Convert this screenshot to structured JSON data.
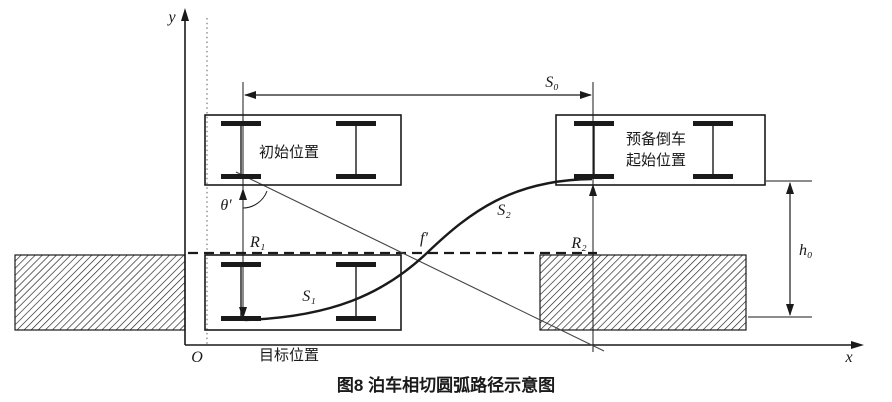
{
  "figure": {
    "caption": "图8  泊车相切圆弧路径示意图",
    "axis": {
      "y": "y",
      "x": "x",
      "origin": "O"
    },
    "dimensions": {
      "s0": "S₀",
      "r1": "R₁",
      "r2": "R₂",
      "h0": "h₀"
    },
    "curve": {
      "s1": "S₁",
      "s2": "S₂",
      "tangent_point": "f′",
      "angle": "θ′"
    },
    "positions": {
      "initial": "初始位置",
      "reverse_start_line1": "预备倒车",
      "reverse_start_line2": "起始位置",
      "target": "目标位置"
    },
    "colors": {
      "ink": "#1a1a1a",
      "bg": "#ffffff"
    }
  }
}
